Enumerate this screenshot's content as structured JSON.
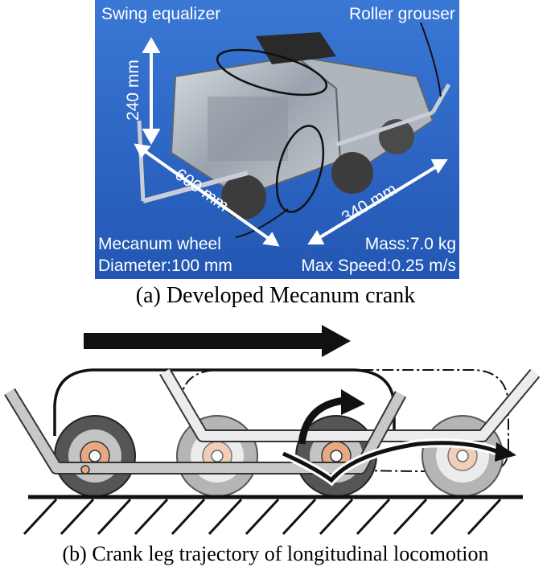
{
  "photo": {
    "labels": {
      "swing_equalizer": "Swing equalizer",
      "roller_grouser": "Roller grouser",
      "height": "240 mm",
      "length": "600 mm",
      "width": "340 mm",
      "wheel_name": "Mecanum wheel",
      "wheel_diameter": "Diameter:100 mm",
      "mass": "Mass:7.0 kg",
      "max_speed": "Max Speed:0.25 m/s"
    },
    "colors": {
      "background": "#2b67c8",
      "label": "#ffffff"
    }
  },
  "captions": {
    "a": "(a) Developed Mecanum crank",
    "b": "(b) Crank leg trajectory of longitudinal locomotion"
  },
  "diagram": {
    "colors": {
      "leg_gray": "#c8c8c8",
      "leg_ghost": "#ececec",
      "hub": "#e8a886",
      "tire": "#555555"
    }
  }
}
